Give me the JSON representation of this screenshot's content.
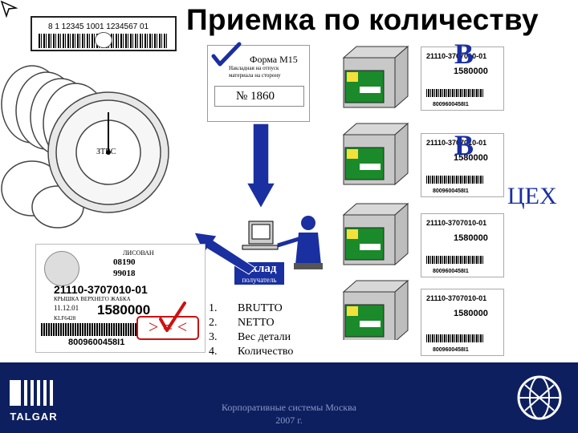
{
  "slide": {
    "title": "Приемка по количеству",
    "v1": "В",
    "v2": "В",
    "workshop": "ЦЕХ"
  },
  "top_barcode": {
    "digits": "8 1 12345 1001 1234567 01"
  },
  "form_card": {
    "form_name": "Форма М15",
    "subtitle_line1": "Накладная на отпуск",
    "subtitle_line2": "материала на сторону",
    "number": "№ 1860"
  },
  "roll_label": "ЗТВС",
  "warehouse": {
    "label": "Склад",
    "recipient": "получатель"
  },
  "checklist": {
    "numbers": [
      "1.",
      "2.",
      "3.",
      "4."
    ],
    "items": [
      "BRUTTO",
      "NETTO",
      "Вес детали",
      "Количество"
    ]
  },
  "compare_symbol": "> = <",
  "big_label": {
    "field1": "08190",
    "field2": "99018",
    "part_number": "21110-3707010-01",
    "date": "11.12.01",
    "qty": "1580000",
    "code": "KLF6428",
    "barcode_text": "8009600458I1",
    "title_text": "ЛИСОВАН",
    "desc": "КРЫШКА ВЕРХНЕГО ЖАБКА"
  },
  "small_label": {
    "part_number": "21110-3707010-01",
    "qty": "1580000",
    "barcode_text": "8009600458I1"
  },
  "footer": {
    "line1": "Корпоративные системы    Москва",
    "line2": "2007 г.",
    "brand": "TALGAR"
  },
  "colors": {
    "accent_blue": "#1a2fa0",
    "footer_bg": "#0d1f5e",
    "box_green": "#1a8a2a",
    "check_red": "#cc1111"
  }
}
